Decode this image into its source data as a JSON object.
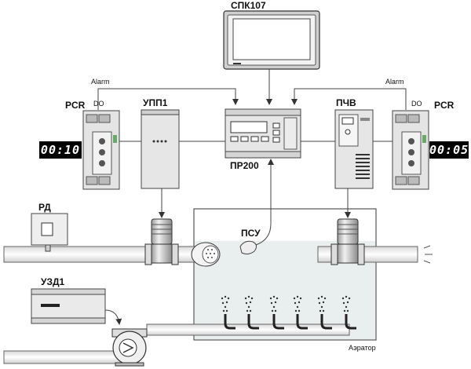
{
  "labels": {
    "spk": "СПК107",
    "pr200": "ПР200",
    "upp": "УПП1",
    "pchv": "ПЧВ",
    "pcr_left": "PCR",
    "pcr_right": "PCR",
    "do_left": "DO",
    "do_right": "DO",
    "alarm_left": "Alarm",
    "alarm_right": "Alarm",
    "rd": "РД",
    "psu": "ПСУ",
    "uzd": "УЗД1",
    "aerator": "Аэратор"
  },
  "timers": {
    "left": "00:10",
    "right": "00:05"
  },
  "colors": {
    "line": "#444444",
    "device_body": "#e6e6e6",
    "tank_water": "#e9efef",
    "timer_bg": "#000000"
  }
}
